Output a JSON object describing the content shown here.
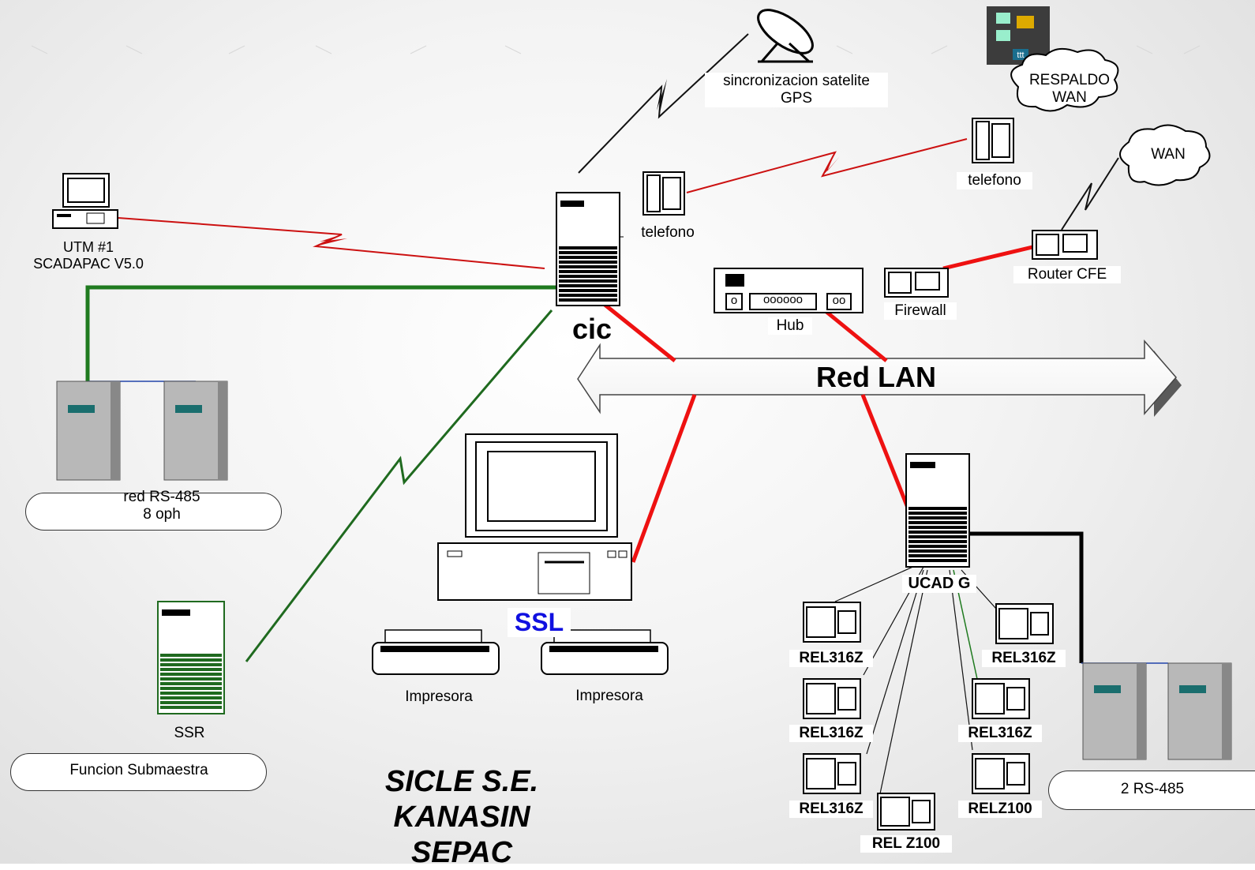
{
  "labels": {
    "gps": [
      "sincronizacion satelite",
      "GPS"
    ],
    "respaldo_wan": [
      "RESPALDO",
      "WAN"
    ],
    "ttt": "ttt",
    "wan": "WAN",
    "telefono_right": "telefono",
    "telefono_center": "telefono",
    "utm": [
      "UTM #1",
      "SCADAPAC V5.0"
    ],
    "cic": "cic",
    "hub": "Hub",
    "hub_ports": "oooooo",
    "hub_port_a": "o",
    "hub_port_b": "oo",
    "firewall": "Firewall",
    "router": "Router CFE",
    "red_lan": "Red  LAN",
    "rs485_left": [
      "red  RS-485",
      "8  oph"
    ],
    "ssl": "SSL",
    "impresora_1": "Impresora",
    "impresora_2": "Impresora",
    "ucad": "UCAD G",
    "ssr": "SSR",
    "funcion_submaestra": "Funcion Submaestra",
    "relays": [
      "REL316Z",
      "REL316Z",
      "REL316Z",
      "REL316Z",
      "REL316Z",
      "RELZ100",
      "REL Z100"
    ],
    "rs485_right": "2 RS-485",
    "title": [
      "SICLE  S.E.",
      "KANASIN",
      "SEPAC"
    ]
  },
  "colors": {
    "lan_link": "#ee1111",
    "serial_link": "#1f7a1f",
    "wireless_link": "#111111",
    "modem_link": "#cc1111",
    "ucad_link": "#000000"
  }
}
